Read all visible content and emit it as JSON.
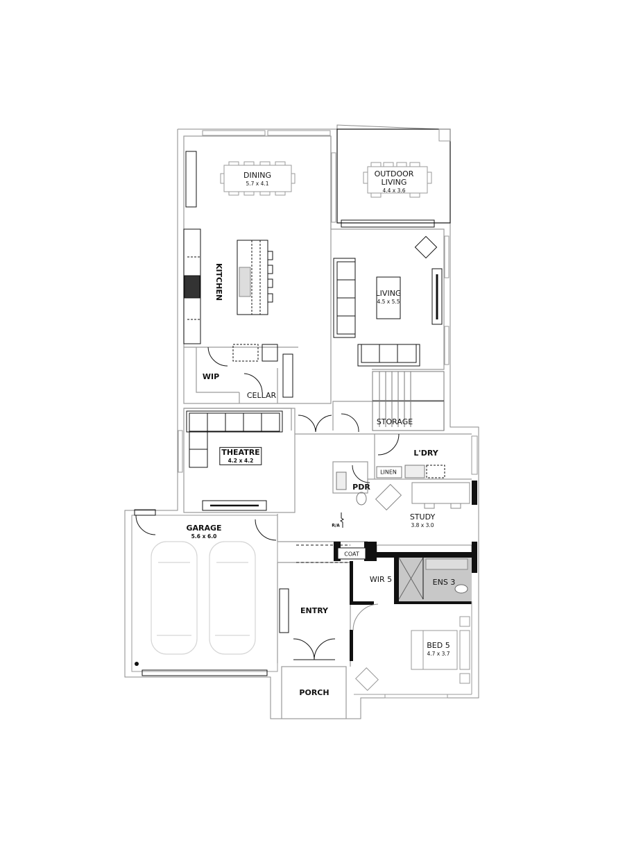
{
  "plan": {
    "rooms": [
      {
        "id": "dining",
        "name": "DINING",
        "dims": "5.7 x 4.1"
      },
      {
        "id": "outdoor-living",
        "name": "OUTDOOR LIVING",
        "name_line1": "OUTDOOR",
        "name_line2": "LIVING",
        "dims": "4.4 x 3.6"
      },
      {
        "id": "kitchen",
        "name": "KITCHEN"
      },
      {
        "id": "living",
        "name": "LIVING",
        "dims": "4.5 x 5.5"
      },
      {
        "id": "wip",
        "name": "WIP"
      },
      {
        "id": "cellar",
        "name": "CELLAR"
      },
      {
        "id": "storage",
        "name": "STORAGE"
      },
      {
        "id": "theatre",
        "name": "THEATRE",
        "dims": "4.2 x 4.2"
      },
      {
        "id": "laundry",
        "name": "L'DRY"
      },
      {
        "id": "linen",
        "name": "LINEN"
      },
      {
        "id": "powder",
        "name": "PDR"
      },
      {
        "id": "study",
        "name": "STUDY",
        "dims": "3.8 x 3.0"
      },
      {
        "id": "garage",
        "name": "GARAGE",
        "dims": "5.6 x 6.0"
      },
      {
        "id": "coat",
        "name": "COAT"
      },
      {
        "id": "entry",
        "name": "ENTRY"
      },
      {
        "id": "wir5",
        "name": "WIR 5"
      },
      {
        "id": "ens3",
        "name": "ENS 3"
      },
      {
        "id": "bed5",
        "name": "BED 5",
        "dims": "4.7 x 3.7"
      },
      {
        "id": "porch",
        "name": "PORCH"
      }
    ],
    "annotations": {
      "return_air": "R/A"
    },
    "colors": {
      "wall": "#111111",
      "light_line": "#9a9a9a",
      "wet_area": "#c8c8c8",
      "car_outline": "#d8d8d8"
    }
  }
}
